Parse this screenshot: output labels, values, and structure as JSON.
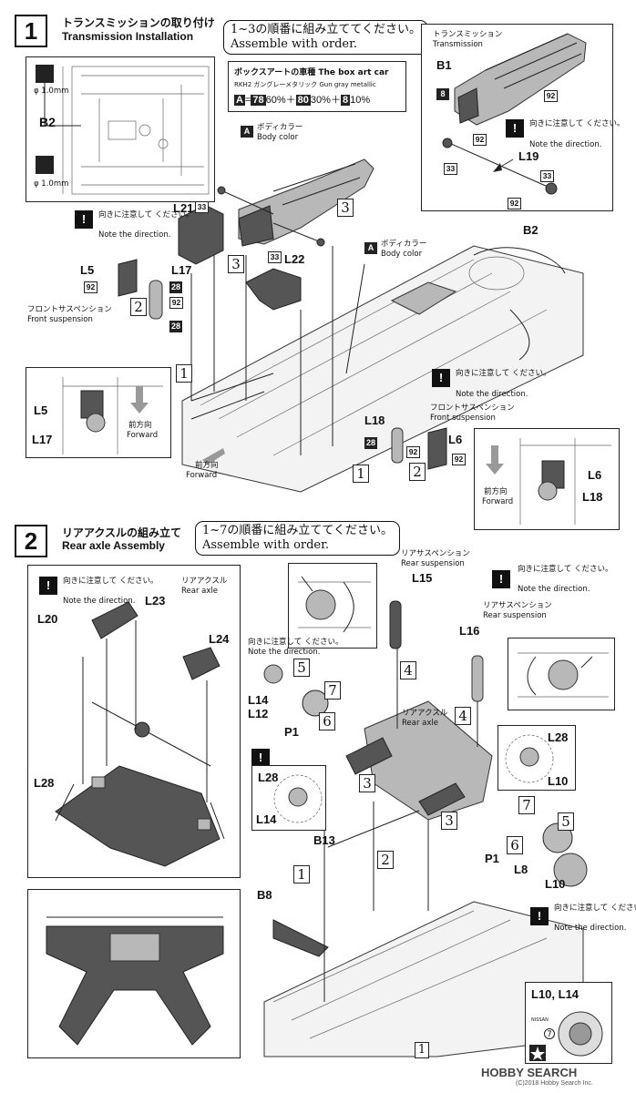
{
  "step1": {
    "number": "1",
    "title_jp": "トランスミッションの取り付け",
    "title_en": "Transmission Installation",
    "order_jp": "1~3の順番に組み立ててください。",
    "order_en": "Assemble with order.",
    "box_art": {
      "title": "ボックスアートの車種 The box art car",
      "color_name": "RKH2 ガングレーメタリック Gun gray metallic",
      "mix": {
        "a": "A",
        "eq": "=",
        "c1": "78",
        "p1": "60%＋",
        "c2": "80",
        "p2": "30%＋",
        "c3": "8",
        "p3": "10%"
      }
    },
    "body_color": {
      "tag": "A",
      "jp": "ボディカラー",
      "en": "Body color"
    },
    "drill": {
      "size": "φ 1.0mm"
    },
    "transmission": {
      "jp": "トランスミッション",
      "en": "Transmission"
    },
    "caution": {
      "jp": "向きに注意して ください。",
      "en": "Note the direction."
    },
    "front_susp": {
      "jp": "フロントサスペンション",
      "en": "Front suspension"
    },
    "forward": {
      "jp": "前方向",
      "en": "Forward"
    },
    "parts": {
      "B1": "B1",
      "B2": "B2",
      "L19": "L19",
      "L21": "L21",
      "L22": "L22",
      "L5": "L5",
      "L17": "L17",
      "L18": "L18",
      "L6": "L6"
    },
    "codes": {
      "c8": "8",
      "c28": "28",
      "c33": "33",
      "c92": "92"
    },
    "seq": {
      "s1": "1",
      "s2": "2",
      "s3": "3"
    }
  },
  "step2": {
    "number": "2",
    "title_jp": "リアアクスルの組み立て",
    "title_en": "Rear axle Assembly",
    "order_jp": "1~7の順番に組み立ててください。",
    "order_en": "Assemble with order.",
    "rear_axle": {
      "jp": "リアアクスル",
      "en": "Rear axle"
    },
    "rear_susp": {
      "jp": "リアサスペンション",
      "en": "Rear suspension"
    },
    "caution": {
      "jp": "向きに注意して ください。",
      "en": "Note the direction."
    },
    "parts": {
      "L20": "L20",
      "L23": "L23",
      "L24": "L24",
      "L28": "L28",
      "L15": "L15",
      "L16": "L16",
      "L14": "L14",
      "L12": "L12",
      "P1": "P1",
      "L10": "L10",
      "L8": "L8",
      "B13": "B13",
      "B8": "B8",
      "L10_14": "L10, L14"
    },
    "seq": {
      "s1": "1",
      "s2": "2",
      "s3": "3",
      "s4": "4",
      "s5": "5",
      "s6": "6",
      "s7": "7"
    },
    "decal_num": "7",
    "decal_text": "NISSAN"
  },
  "watermark": {
    "text": "HOBBY SEARCH",
    "copyright": "(C)2018 Hobby Search Inc."
  },
  "icons": [
    "caution-icon",
    "forward-arrow-icon",
    "tamiya-star-icon",
    "drill-icon"
  ]
}
